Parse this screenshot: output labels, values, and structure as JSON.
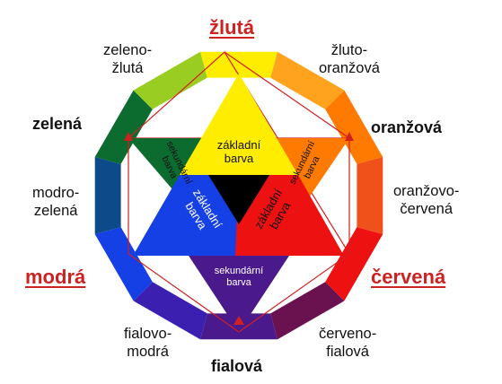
{
  "colors": {
    "yellow": "#ffed00",
    "yellow_green": "#9acd22",
    "green": "#119a33",
    "dark_green": "#0c6b2e",
    "blue_green": "#0d4a8a",
    "blue": "#1540e6",
    "blue_violet": "#3a1fb0",
    "violet": "#4a1a8c",
    "red_violet": "#6a1250",
    "red": "#ee1111",
    "red_orange": "#f0511a",
    "orange": "#ff7a00",
    "yellow_orange": "#ffa21e",
    "black": "#000000",
    "accent_red": "#cc2222"
  },
  "segments": [
    {
      "name": "yellow",
      "color": "#ffed00"
    },
    {
      "name": "yellow-orange",
      "color": "#ffa21e"
    },
    {
      "name": "orange",
      "color": "#ff7a00"
    },
    {
      "name": "red-orange",
      "color": "#f0511a"
    },
    {
      "name": "red",
      "color": "#ee1111"
    },
    {
      "name": "red-violet",
      "color": "#6a1250"
    },
    {
      "name": "violet",
      "color": "#4a1a8c"
    },
    {
      "name": "blue-violet",
      "color": "#3a1fb0"
    },
    {
      "name": "blue",
      "color": "#1540e6"
    },
    {
      "name": "blue-green",
      "color": "#0d4a8a"
    },
    {
      "name": "green",
      "color": "#0c6b2e"
    },
    {
      "name": "yellow-green",
      "color": "#9acd22"
    }
  ],
  "labels": {
    "yellow": "žlutá",
    "yellow_orange": "žluto-\noranžová",
    "orange": "oranžová",
    "red_orange": "oranžovo-\nčervená",
    "red": "červená",
    "red_violet": "červeno-\nfialová",
    "violet": "fialová",
    "blue_violet": "fialovo-\nmodrá",
    "blue": "modrá",
    "blue_green": "modro-\nzelená",
    "green": "zelená",
    "yellow_green": "zeleno-\nžlutá"
  },
  "triangles": {
    "primary": "základní\nbarva",
    "secondary": "sekundární\nbarva"
  }
}
